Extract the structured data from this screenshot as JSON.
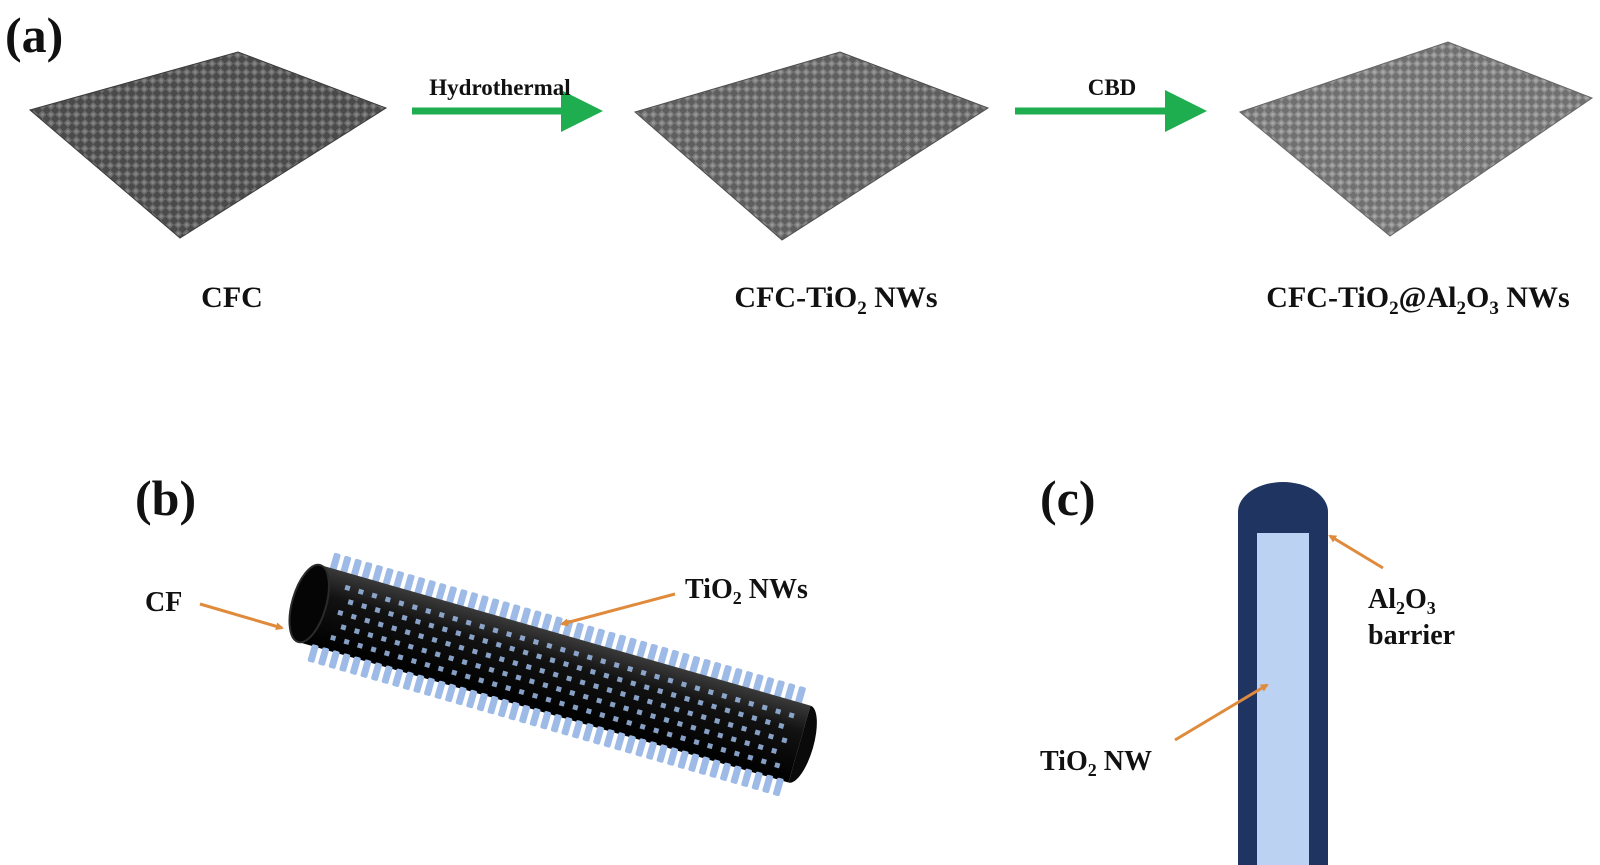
{
  "panels": {
    "a": {
      "label": "(a)",
      "stages": [
        {
          "caption_main": "CFC"
        },
        {
          "caption_main": "CFC-TiO",
          "sub1": "2",
          "caption_tail": " NWs"
        },
        {
          "caption_main": "CFC-TiO",
          "sub1": "2",
          "mid": "@Al",
          "sub2": "2",
          "mid2": "O",
          "sub3": "3",
          "caption_tail": " NWs"
        }
      ],
      "arrows": [
        {
          "label": "Hydrothermal"
        },
        {
          "label": "CBD"
        }
      ]
    },
    "b": {
      "label": "(b)",
      "cf_label": "CF",
      "nws_label_main": "TiO",
      "nws_label_sub": "2",
      "nws_label_tail": " NWs"
    },
    "c": {
      "label": "(c)",
      "barrier_main": "Al",
      "barrier_sub1": "2",
      "barrier_mid": "O",
      "barrier_sub2": "3",
      "barrier_line2": "barrier",
      "nw_main": "TiO",
      "nw_sub": "2",
      "nw_tail": " NW"
    }
  },
  "colors": {
    "arrow_green": "#1fae4f",
    "callout_orange": "#e08a3c",
    "fiber_black": "#0b0b0b",
    "nanowire_blue": "#9dbbe6",
    "barrier_navy": "#1f3461",
    "core_light": "#bcd2f2"
  }
}
